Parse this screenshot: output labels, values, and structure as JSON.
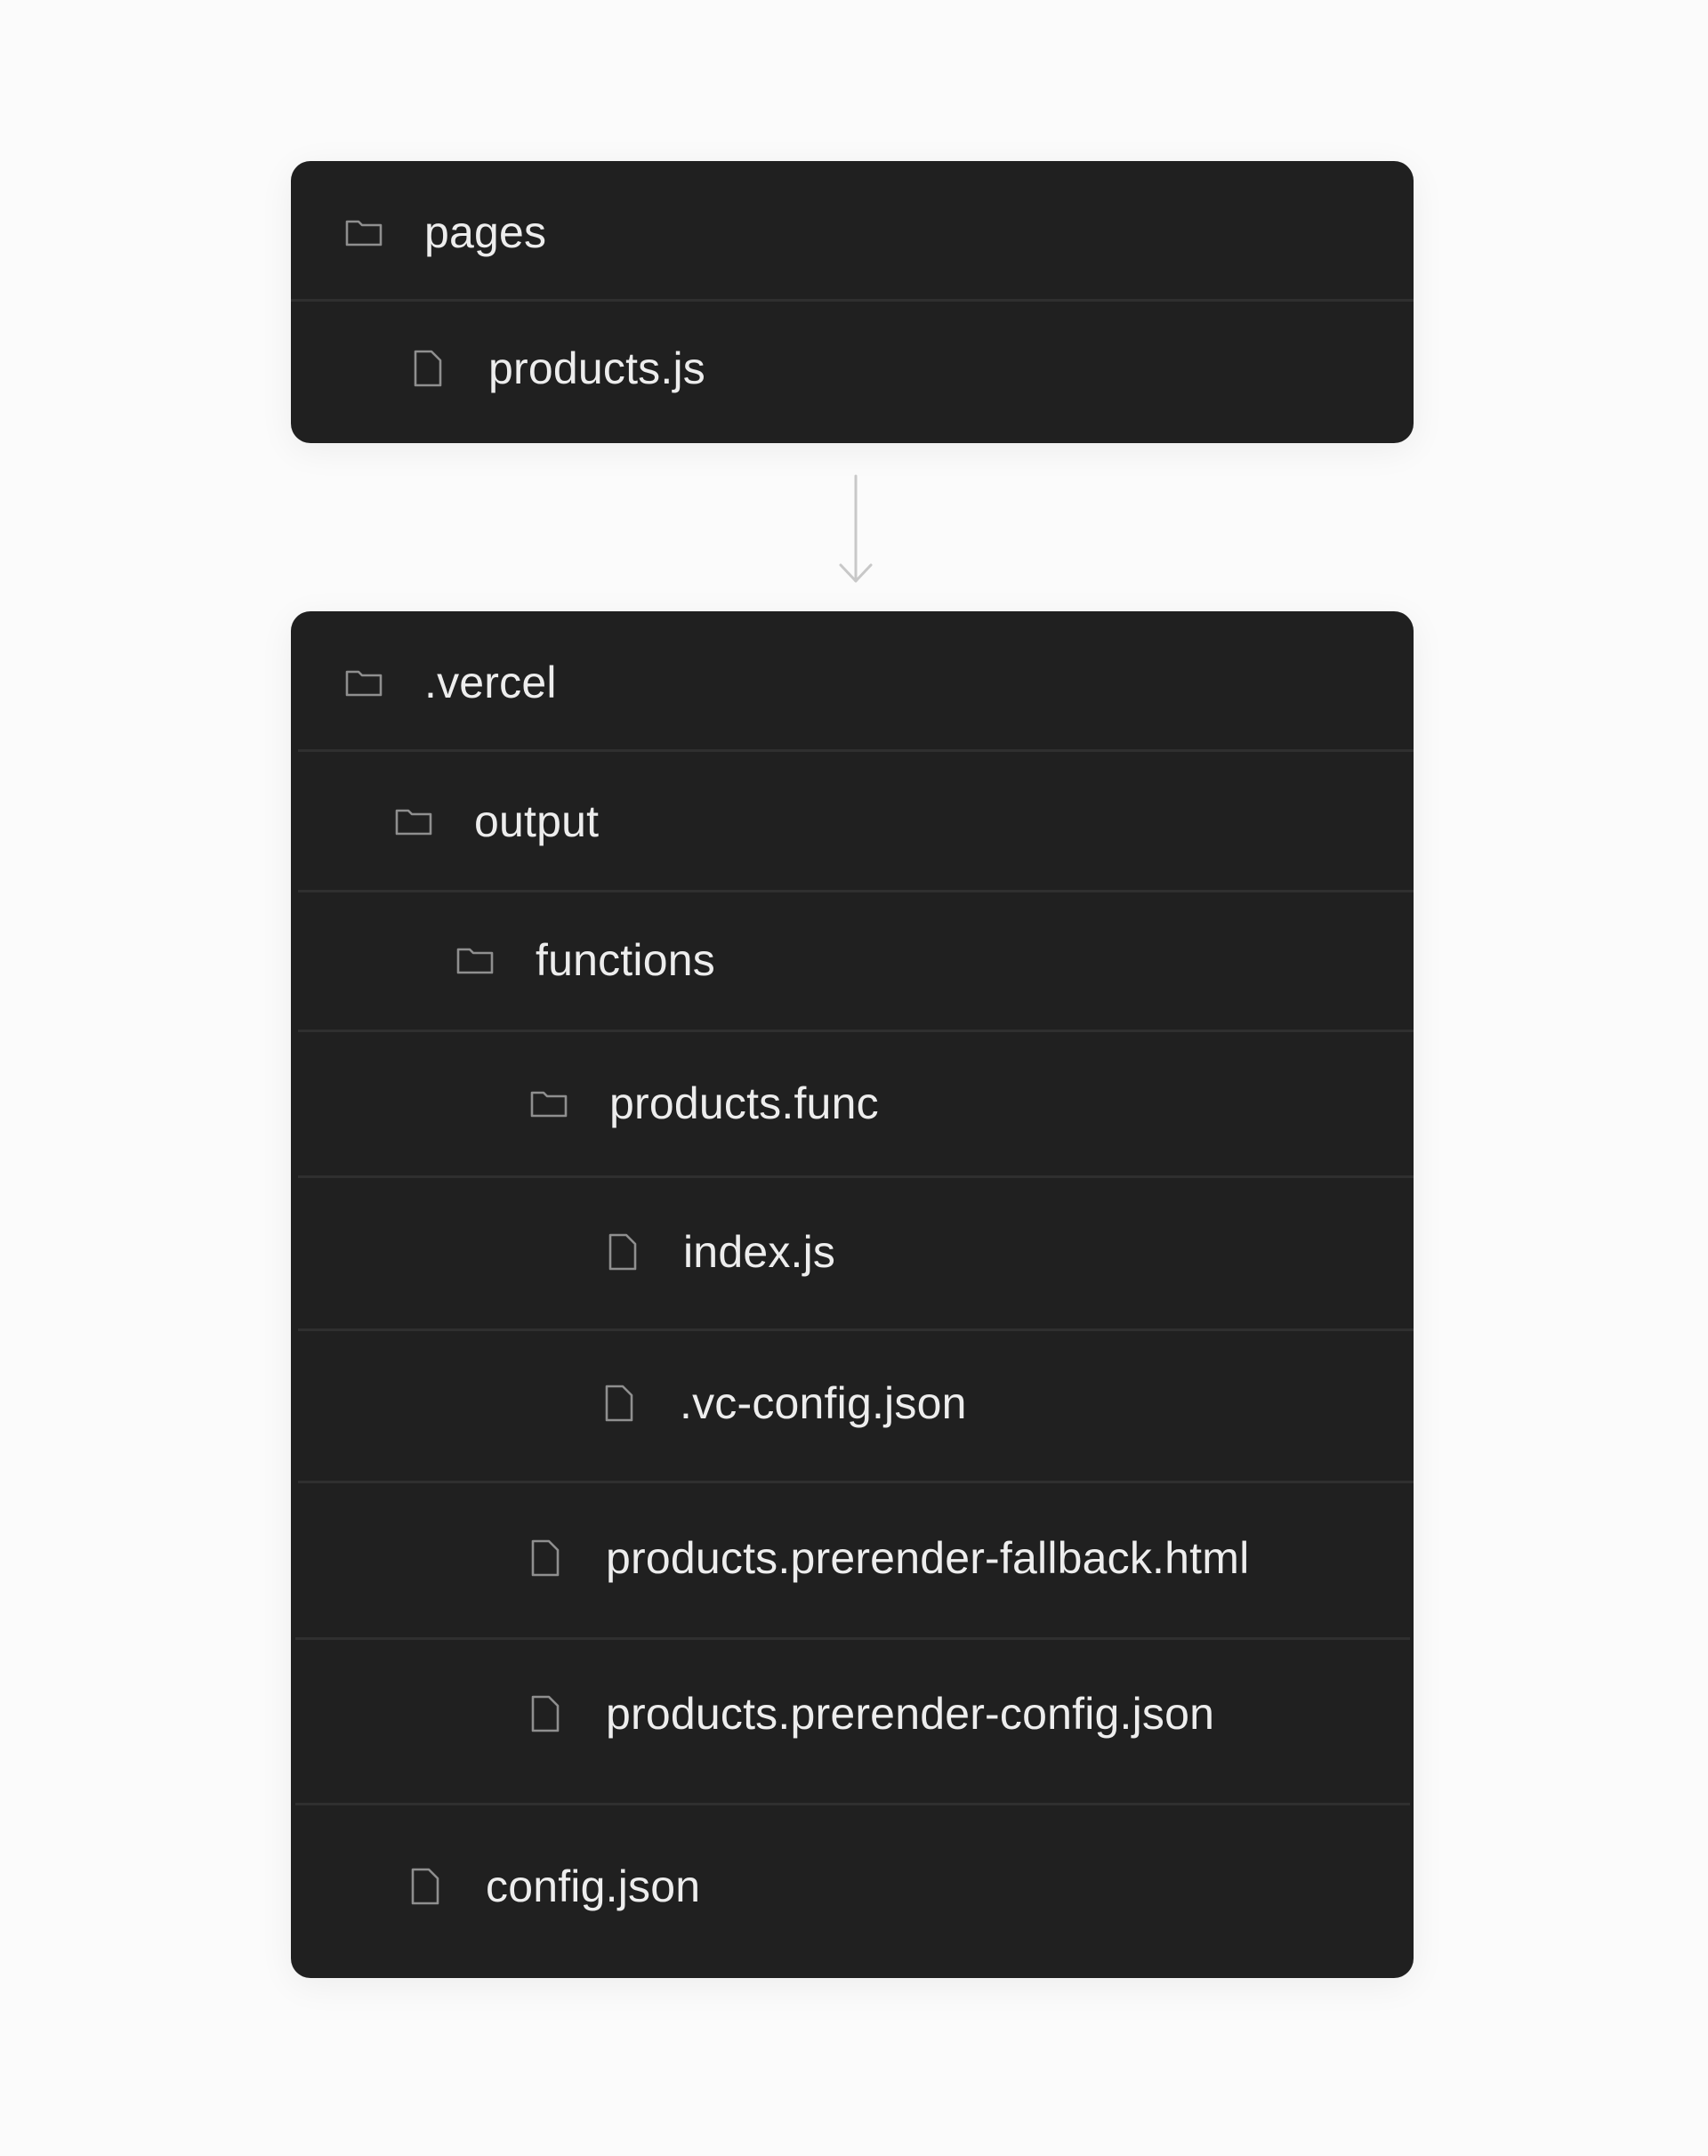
{
  "source_tree": {
    "items": [
      {
        "name": "pages",
        "type": "folder"
      },
      {
        "name": "products.js",
        "type": "file"
      }
    ]
  },
  "output_tree": {
    "items": [
      {
        "name": ".vercel",
        "type": "folder"
      },
      {
        "name": "output",
        "type": "folder"
      },
      {
        "name": "functions",
        "type": "folder"
      },
      {
        "name": "products.func",
        "type": "folder"
      },
      {
        "name": "index.js",
        "type": "file"
      },
      {
        "name": ".vc-config.json",
        "type": "file"
      },
      {
        "name": "products.prerender-fallback.html",
        "type": "file"
      },
      {
        "name": "products.prerender-config.json",
        "type": "file"
      },
      {
        "name": "config.json",
        "type": "file"
      }
    ]
  },
  "colors": {
    "panel": "#202020",
    "text": "#ededed",
    "icon": "#8f8f8f",
    "divider": "#2f2f2f",
    "arrow": "#c8c8c8"
  }
}
